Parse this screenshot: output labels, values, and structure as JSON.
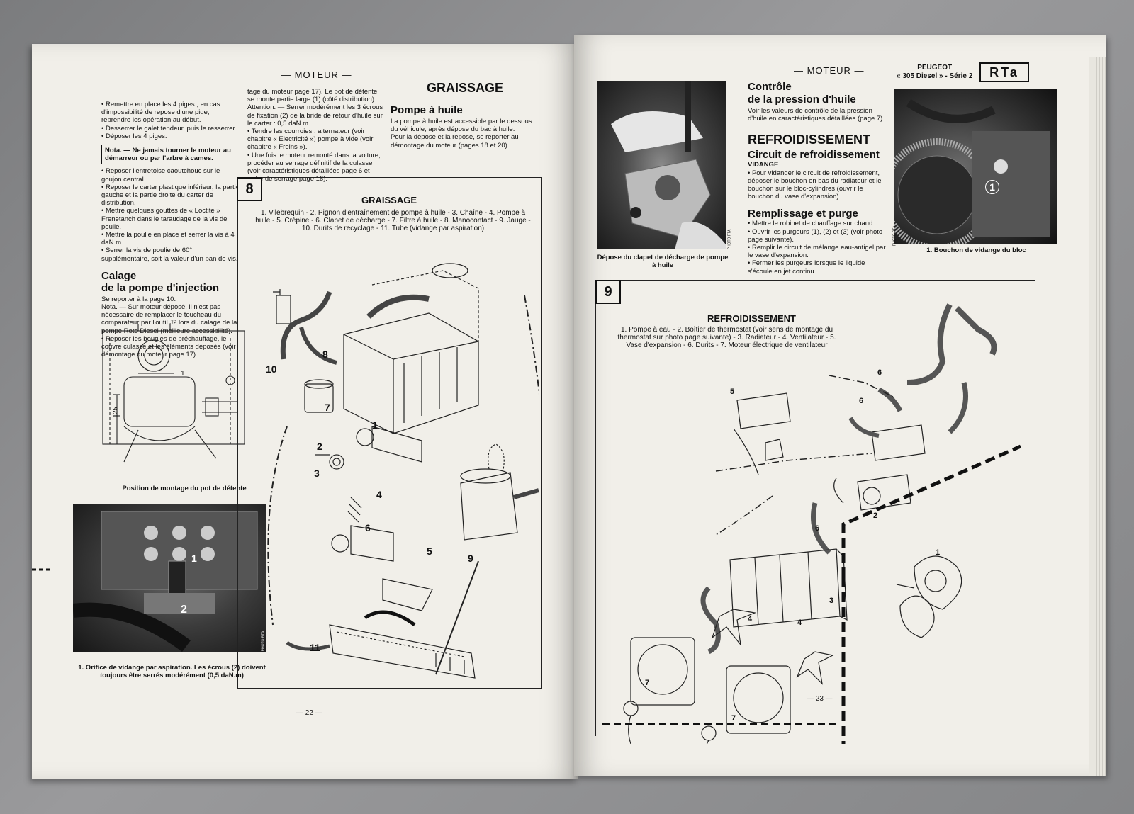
{
  "left": {
    "header": "— MOTEUR —",
    "col1": {
      "para1": "• Remettre en place les 4 piges ; en cas d'impossibilité de repose d'une pige, reprendre les opération au début.",
      "para2": "• Desserrer le galet tendeur, puis le resserrer.",
      "para3": "• Déposer les 4 piges.",
      "nota_label": "Nota.",
      "nota_text": "— Ne jamais tourner le moteur au démarreur ou par l'arbre à cames.",
      "para4": "• Reposer l'entretoise caoutchouc sur le goujon central.",
      "para5": "• Reposer le carter plastique inférieur, la partie gauche et la partie droite du carter de distribution.",
      "para6": "• Mettre quelques gouttes de « Loctite » Frenetanch dans le taraudage de la vis de poulie.",
      "para7": "• Mettre la poulie en place et serrer la vis à 4 daN.m.",
      "para8": "• Serrer la vis de poulie de 60° supplémentaire, soit la valeur d'un pan de vis.",
      "calage_title_1": "Calage",
      "calage_title_2": "de la pompe d'injection",
      "calage_ref": "Se reporter à la page 10.",
      "calage_nota": "Nota. — Sur moteur déposé, il n'est pas nécessaire de remplacer le toucheau du comparateur par l'outil J2 lors du calage de la pompe Roto Diesel (meilleure accessibilité).",
      "calage_para": "• Reposer les bougies de préchauffage, le couvre culasse et les éléments déposés (voir démontage du moteur page 17)."
    },
    "col2": {
      "para1": "tage du moteur page 17). Le pot de détente se monte partie large (1) (côté distribution).",
      "attention": "Attention. — Serrer modérément les 3 écrous de fixation (2) de la bride de retour d'huile sur le carter : 0,5 daN.m.",
      "para2": "• Tendre les courroies : alternateur (voir chapitre « Electricité ») pompe à vide (voir chapitre « Freins »).",
      "para3": "• Une fois le moteur remonté dans la voiture, procéder au serrage définitif de la culasse (voir caractéristiques détaillées page 6 et ordre de serrage page 16)."
    },
    "col3": {
      "title": "GRAISSAGE",
      "sub": "Pompe à huile",
      "para1": "La pompe à huile est accessible par le dessous du véhicule, après dépose du bac à huile.",
      "para2": "Pour la dépose et la repose, se reporter au démontage du moteur (pages 18 et 20)."
    },
    "fig_pot": {
      "caption": "Position de montage du pot de détente",
      "dim_1": "1",
      "dim_125": "125"
    },
    "photo1": {
      "caption": "1. Orifice de vidange par aspiration. Les écrous (2) doivent toujours être serrés modérément (0,5 daN.m)",
      "label1": "1",
      "label2": "2",
      "credit": "PHOTO RTA"
    },
    "fig8": {
      "number": "8",
      "title": "GRAISSAGE",
      "legend": "1. Vilebrequin - 2. Pignon d'entraînement de pompe à huile - 3. Chaîne - 4. Pompe à huile - 5. Crépine - 6. Clapet de décharge - 7. Filtre à huile - 8. Manocontact - 9. Jauge - 10. Durits de recyclage - 11. Tube (vidange par aspiration)",
      "labels": [
        "1",
        "2",
        "3",
        "4",
        "5",
        "6",
        "7",
        "8",
        "9",
        "10",
        "11"
      ]
    },
    "page_number": "— 22 —"
  },
  "right": {
    "header": "— MOTEUR —",
    "brand_line1": "PEUGEOT",
    "brand_line2": "« 305 Diesel » - Série 2",
    "logo": "RTa",
    "photo_left": {
      "caption": "Dépose du clapet de décharge de pompe à huile",
      "credit": "PHOTO RTA"
    },
    "controle": {
      "title1": "Contrôle",
      "title2": "de la pression d'huile",
      "text": "Voir les valeurs de contrôle de la pression d'huile en caractéristiques détaillées (page 7)."
    },
    "refroid": {
      "title": "REFROIDISSEMENT",
      "sub": "Circuit de refroidissement",
      "vidange_label": "VIDANGE",
      "vidange_text": "• Pour vidanger le circuit de refroidissement, déposer le bouchon en bas du radiateur et le bouchon sur le bloc-cylindres (ouvrir le bouchon du vase d'expansion).",
      "remp_title": "Remplissage et purge",
      "remp1": "• Mettre le robinet de chauffage sur chaud.",
      "remp2": "• Ouvrir les purgeurs (1), (2) et (3) (voir photo page suivante).",
      "remp3": "• Remplir le circuit de mélange eau-antigel par le vase d'expansion.",
      "remp4": "• Fermer les purgeurs lorsque le liquide s'écoule en jet continu."
    },
    "photo_right": {
      "caption": "1. Bouchon de vidange du bloc",
      "label1": "1",
      "credit": "PHOTO RTA"
    },
    "fig9": {
      "number": "9",
      "title": "REFROIDISSEMENT",
      "legend": "1. Pompe à eau - 2. Boîtier de thermostat (voir sens de montage du thermostat sur photo page suivante) - 3. Radiateur - 4. Ventilateur - 5. Vase d'expansion - 6. Durits - 7. Moteur électrique de ventilateur",
      "labels": [
        "1",
        "2",
        "3",
        "4",
        "4",
        "5",
        "6",
        "6",
        "6",
        "7",
        "7"
      ]
    },
    "page_number": "— 23 —"
  }
}
